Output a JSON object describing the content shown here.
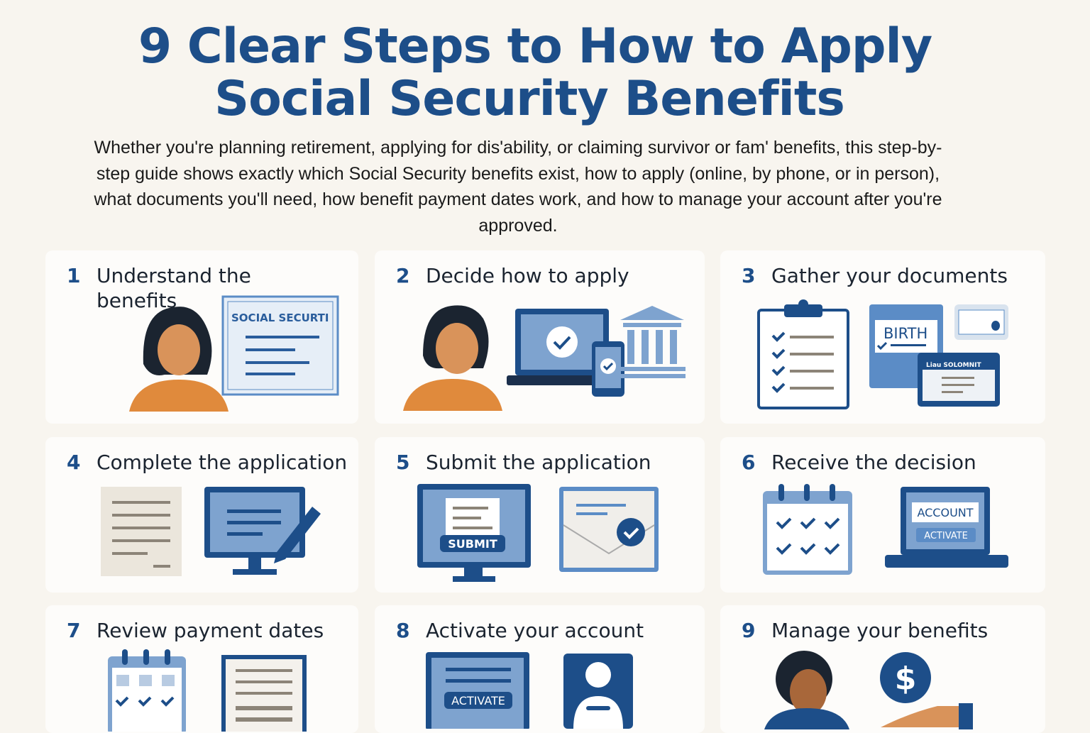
{
  "title": {
    "line1": "9 Clear Steps to How to Apply",
    "line2": "Social Security Benefits"
  },
  "intro": "Whether you're planning retirement, applying for dis'ability, or claiming survivor or fam' benefits, this step-by-step guide shows exactly which Social Security benefits exist, how to apply (online, by phone, or in person), what documents you'll need, how benefit payment dates work, and how to manage your account after you're approved.",
  "steps": [
    {
      "num": "1",
      "label": "Understand the benefits",
      "card_text": "SOCIAL SECURTI"
    },
    {
      "num": "2",
      "label": "Decide how to apply"
    },
    {
      "num": "3",
      "label": "Gather your documents",
      "card_text": "BIRTH",
      "card_text2": "Liau SOLOMNIT"
    },
    {
      "num": "4",
      "label": "Complete the application"
    },
    {
      "num": "5",
      "label": "Submit the application",
      "button_text": "SUBMIT"
    },
    {
      "num": "6",
      "label": "Receive the decision",
      "screen_text": "ACCOUNT",
      "button_text": "ACTIVATE"
    },
    {
      "num": "7",
      "label": "Review payment dates"
    },
    {
      "num": "8",
      "label": "Activate your account",
      "button_text": "ACTIVATE"
    },
    {
      "num": "9",
      "label": "Manage your benefits",
      "symbol": "$"
    }
  ],
  "colors": {
    "primary": "#1d4e89",
    "light": "#7ea3cf",
    "orange": "#e08a3c",
    "background": "#f8f5ef"
  }
}
